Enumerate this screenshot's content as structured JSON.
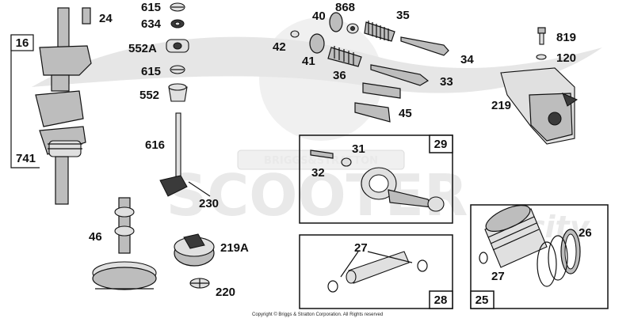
{
  "watermark": {
    "text": "SCOOTER",
    "badge_text": "BRIGGS&STRATTON",
    "script_text": "city"
  },
  "copyright": "Copyright © Briggs & Stratton Corporation. All Rights reserved",
  "boxes": [
    {
      "id": "16",
      "label": "16"
    },
    {
      "id": "29",
      "label": "29"
    },
    {
      "id": "28",
      "label": "28"
    },
    {
      "id": "25",
      "label": "25"
    }
  ],
  "part_labels": {
    "p24": "24",
    "p615a": "615",
    "p634": "634",
    "p552a": "552A",
    "p615b": "615",
    "p552": "552",
    "p616": "616",
    "p230": "230",
    "p741": "741",
    "p46": "46",
    "p219a": "219A",
    "p220": "220",
    "p40": "40",
    "p868": "868",
    "p35": "35",
    "p42": "42",
    "p41": "41",
    "p36": "36",
    "p34": "34",
    "p33": "33",
    "p45": "45",
    "p819": "819",
    "p120": "120",
    "p219": "219",
    "p31": "31",
    "p32": "32",
    "p27a": "27",
    "p26": "26",
    "p27b": "27"
  }
}
